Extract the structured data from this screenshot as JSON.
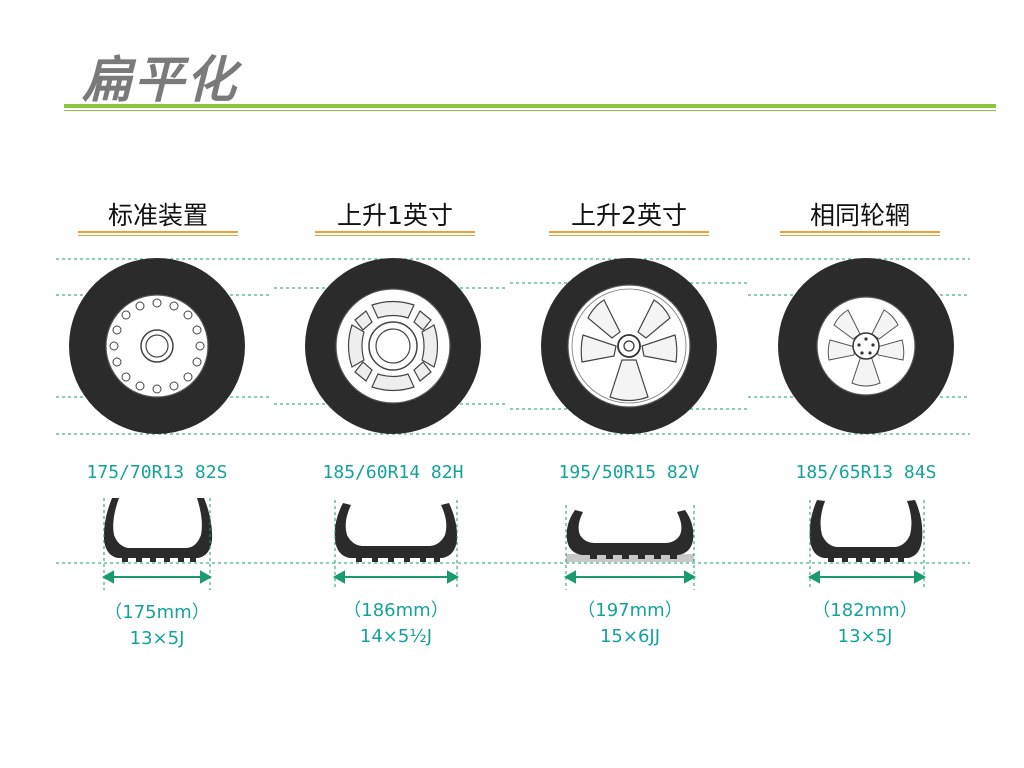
{
  "title": "扁平化",
  "columns": [
    {
      "heading": "标准装置",
      "spec": "175/70R13 82S",
      "width": "（175mm）",
      "rim": "13×5J"
    },
    {
      "heading": "上升1英寸",
      "spec": "185/60R14 82H",
      "width": "（186mm）",
      "rim": "14×5½J"
    },
    {
      "heading": "上升2英寸",
      "spec": "195/50R15 82V",
      "width": "（197mm）",
      "rim": "15×6JJ"
    },
    {
      "heading": "相同轮辋",
      "spec": "185/65R13 84S",
      "width": "（182mm）",
      "rim": "13×5J"
    }
  ],
  "colors": {
    "accent_green": "#8cc63f",
    "teal_text": "#14a39a",
    "underline_orange": "#e8a23a",
    "tire": "#2b2b2b",
    "guide": "#1a9a70"
  }
}
